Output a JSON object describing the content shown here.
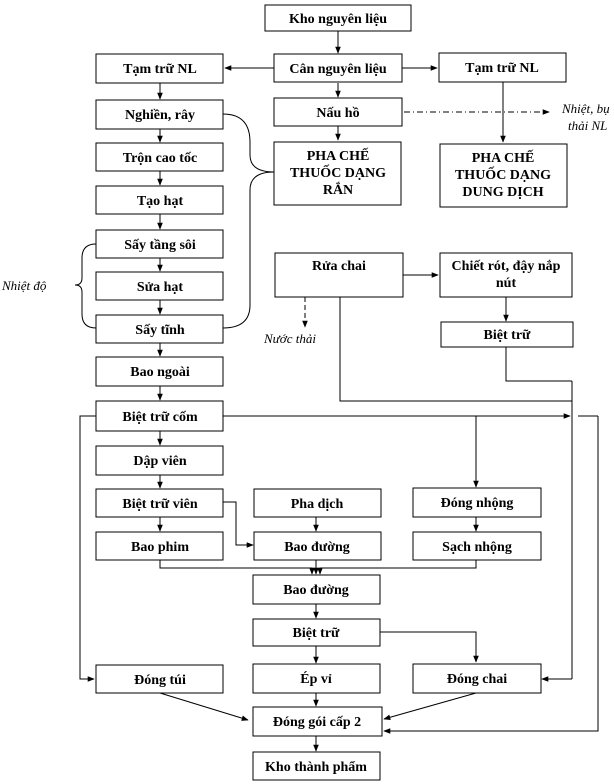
{
  "nodes": {
    "kho_nguyen_lieu": "Kho nguyên liệu",
    "can_nguyen_lieu": "Cân nguyên liệu",
    "tam_tru_nl_left": "Tạm trữ NL",
    "tam_tru_nl_right": "Tạm trữ NL",
    "nghien_ray": "Nghiền, rây",
    "nau_ho": "Nấu hồ",
    "tron_cao_toc": "Trộn cao tốc",
    "pha_che_ran": [
      "PHA CHẾ",
      "THUỐC DẠNG",
      "RẮN"
    ],
    "pha_che_dung_dich": [
      "PHA CHẾ",
      "THUỐC DẠNG",
      "DUNG DỊCH"
    ],
    "tao_hat": "Tạo hạt",
    "say_tang_soi": "Sấy tầng sôi",
    "rua_chai": "Rửa chai",
    "chiet_rot": [
      "Chiết rót, đậy nắp",
      "nút"
    ],
    "sua_hat": "Sửa hạt",
    "say_tinh": "Sấy tĩnh",
    "biet_tru_top_right": "Biệt trữ",
    "bao_ngoai": "Bao ngoài",
    "biet_tru_com": "Biệt trữ cốm",
    "dap_vien": "Dập viên",
    "biet_tru_vien": "Biệt trữ viên",
    "pha_dich": "Pha dịch",
    "dong_nhong": "Đóng nhộng",
    "bao_phim": "Bao phim",
    "bao_duong_mid": "Bao đường",
    "sach_nhong": "Sạch nhộng",
    "bao_duong": "Bao đường",
    "biet_tru_center": "Biệt trữ",
    "dong_tui": "Đóng túi",
    "ep_vi": "Ép vỉ",
    "dong_chai": "Đóng chai",
    "dong_goi_cap_2": "Đóng gói cấp 2",
    "kho_thanh_pham": "Kho thành phẩm"
  },
  "notes": {
    "nhiet_do": "Nhiệt độ",
    "nuoc_thai": "Nước thải",
    "nhiet_bui_line1": "Nhiệt, bụ",
    "nhiet_bui_line2": "thải NL"
  }
}
